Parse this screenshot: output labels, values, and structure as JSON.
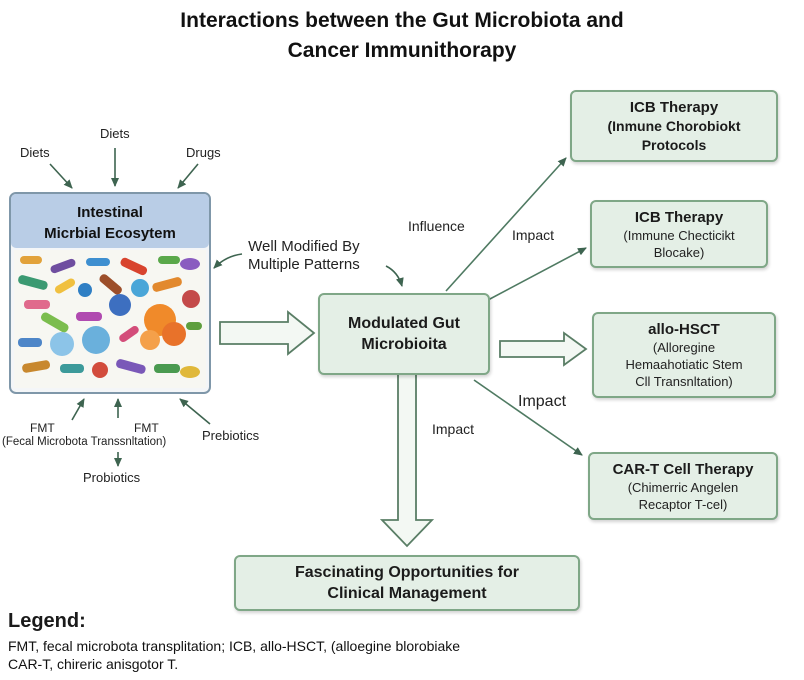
{
  "title": {
    "line1": "Interactions between the Gut Microbiota and",
    "line2": "Cancer Immunithorapy"
  },
  "ecosystem": {
    "line1": "Intestinal",
    "line2": "Micrbial Ecosytem"
  },
  "inputs": {
    "diets_top": "Diets",
    "diets_left": "Diets",
    "drugs": "Drugs"
  },
  "outputs": {
    "fmt_left": "FMT",
    "fmt_mid": "FMT",
    "fmt_full": "(Fecal Microbota Transsnltation)",
    "probiotics": "Probiotics",
    "prebiotics": "Prebiotics"
  },
  "well_modified": {
    "line1": "Well Modified By",
    "line2": "Multiple Patterns"
  },
  "modulated": {
    "line1": "Modulated Gut",
    "line2": "Microbioita"
  },
  "edges": {
    "influence": "Influence",
    "impact1": "Impact",
    "impact2": "Impact",
    "impact3": "Impact"
  },
  "therapies": {
    "icb1": {
      "title": "ICB Therapy",
      "line1": "(Inmune Chorobiokt",
      "line2": "Protocols"
    },
    "icb2": {
      "title": "ICB Therapy",
      "line1": "(Immune Checticikt",
      "line2": "Blocake)"
    },
    "allo": {
      "title": "allo-HSCT",
      "line1": "(Alloregine",
      "line2": "Hemaahotiatic Stem",
      "line3": "Cll Transnltation)"
    },
    "cart": {
      "title": "CAR-T Cell Therapy",
      "line1": "(Chimerric Angelen",
      "line2": "Recaptor T-cel)"
    }
  },
  "clinical": {
    "line1": "Fascinating Opportunities for",
    "line2": "Clinical Management"
  },
  "legend": {
    "title": "Legend:",
    "line1": "FMT, fecal microbota transplitation; ICB, allo-HSCT, (alloegine blorobiake",
    "line2": "CAR-T, chireric anisgotor T."
  },
  "colors": {
    "box_fill": "#e4efe6",
    "box_border": "#7fa787",
    "ecosystem_header": "#b9cde6",
    "arrow": "#4f7a62"
  }
}
